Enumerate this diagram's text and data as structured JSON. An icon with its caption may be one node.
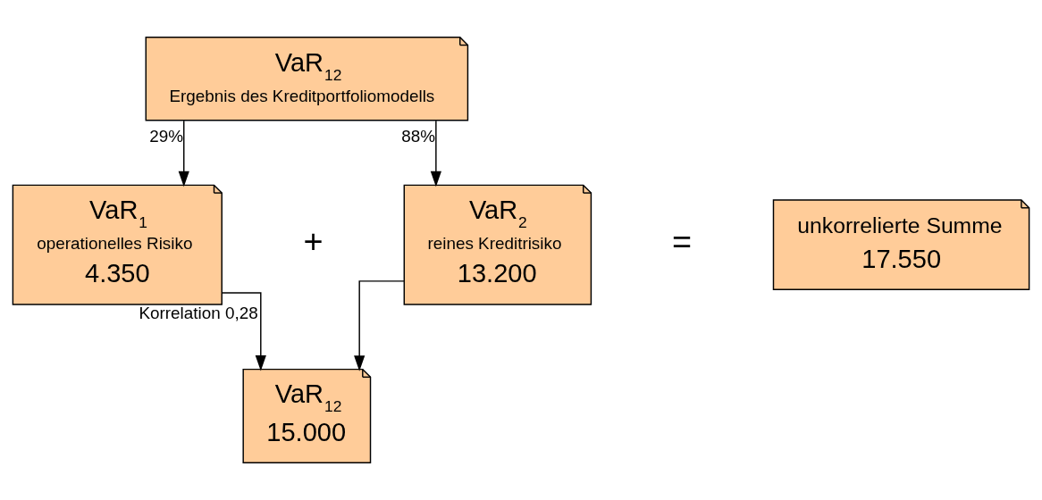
{
  "diagram": {
    "nodes": [
      {
        "text": [
          "VaR$_{12}$",
          "Ergebnis des Kreditportfoliomodells"
        ]
      },
      {
        "text": [
          "VaR$_{1}$",
          "operationelles Risiko",
          "4.350"
        ]
      },
      {
        "text": [
          "VaR$_{2}$",
          "reines Kreditrisiko",
          "13.200"
        ]
      },
      {
        "text": [
          "unkorrelierte Summe",
          "17.550"
        ]
      },
      {
        "text": [
          "VaR$_{12}$",
          "15.000"
        ]
      }
    ],
    "edges": [
      {
        "from": 0,
        "to": 1,
        "arrow": "to",
        "label": "29%"
      },
      {
        "from": 0,
        "to": 2,
        "arrow": "to",
        "label": "88%"
      },
      {
        "from": 1,
        "to": 4,
        "arrow": "to",
        "label": "Korrelation 0,28"
      },
      {
        "from": 2,
        "to": 4,
        "arrow": "to"
      }
    ],
    "labels": [
      "+",
      "="
    ]
  }
}
